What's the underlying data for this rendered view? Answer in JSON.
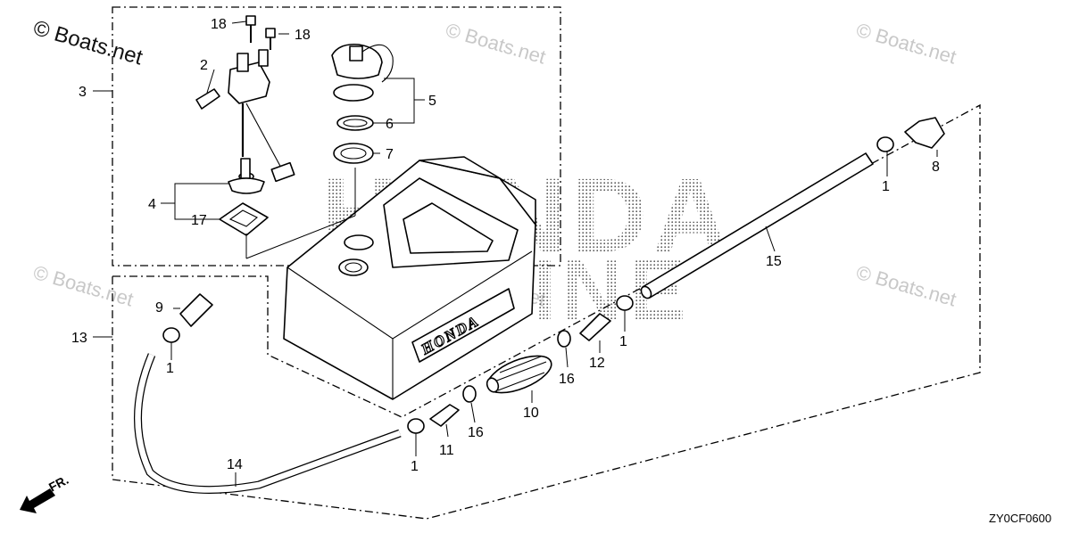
{
  "watermark_main": "© Boats.net",
  "watermark_faint": "© Boats.net",
  "brand_watermark_top": "HONDA",
  "brand_watermark_bottom": "MARINE",
  "tank_logo": "HONDA",
  "diagram_code": "ZY0CF0600",
  "front_indicator": "FR.",
  "callouts": [
    "1",
    "2",
    "3",
    "4",
    "5",
    "6",
    "7",
    "8",
    "9",
    "10",
    "11",
    "12",
    "13",
    "14",
    "15",
    "16",
    "17",
    "18"
  ]
}
